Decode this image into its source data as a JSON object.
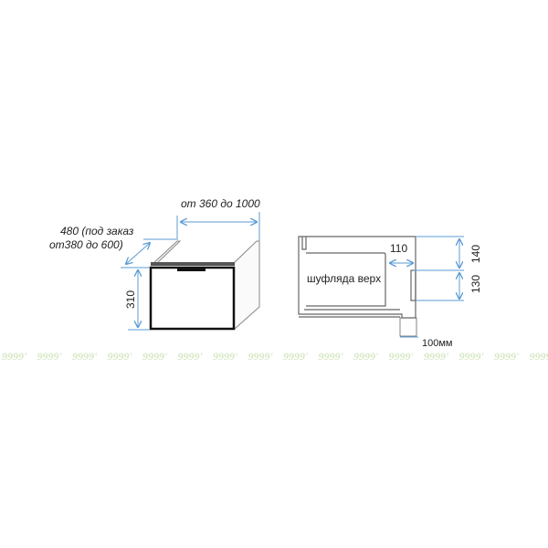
{
  "front_view": {
    "width_label": "от 360 до 1000",
    "depth_label_line1": "480 (под заказ",
    "depth_label_line2": "от380 до 600)",
    "height_label": "310"
  },
  "side_view": {
    "drawer_label": "шуфляда верх",
    "offset_label": "110",
    "top_height_label": "140",
    "bottom_height_label": "130",
    "notch_label": "100мм"
  },
  "watermark": {
    "text": "9999'",
    "count": 16
  },
  "colors": {
    "dimension": "#5b9bd5",
    "outline": "#666666",
    "front": "#111111",
    "watermark": "#d6e8c4"
  }
}
